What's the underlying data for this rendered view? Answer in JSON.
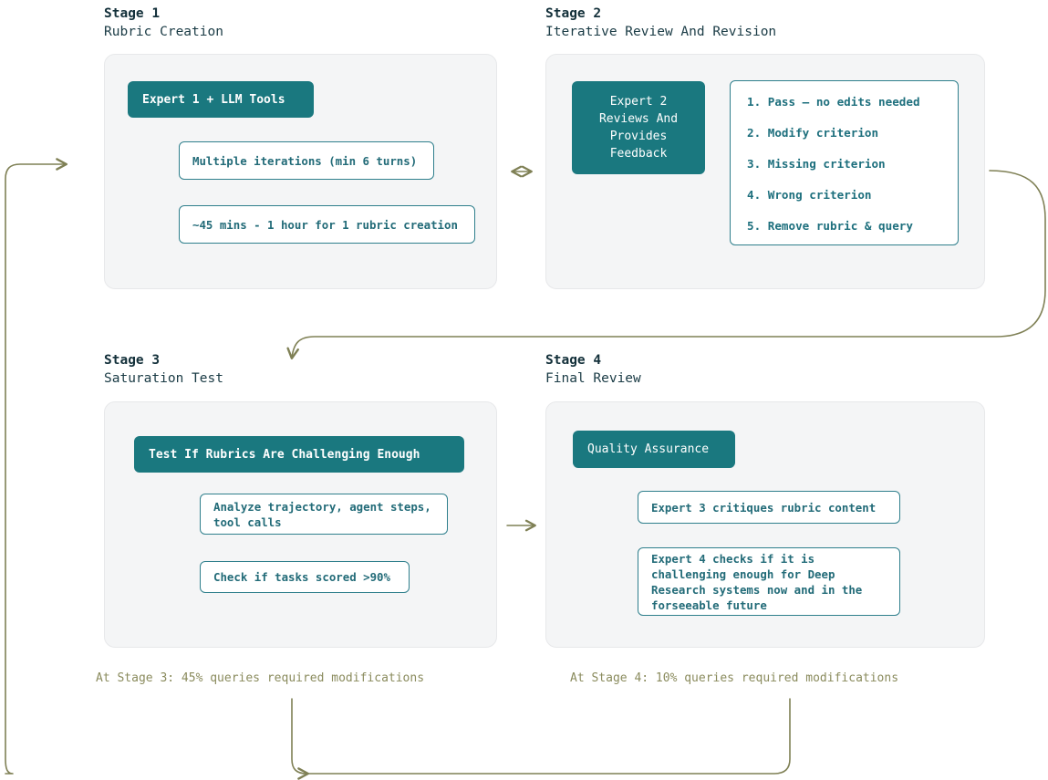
{
  "theme": {
    "teal": "#1a787f",
    "leaf_border": "#2f7f8c",
    "leaf_text": "#226b78",
    "panel_bg": "#f4f5f6",
    "panel_border": "#e7e8ea",
    "connector": "#7f8055",
    "heading": "#13303a",
    "caption": "#8a8b5d",
    "page_bg": "#ffffff"
  },
  "stages": [
    {
      "id": "stage-1",
      "number": "Stage 1",
      "name": "Rubric Creation",
      "primary": "Expert 1 + LLM Tools",
      "leaves": [
        "Multiple iterations (min 6 turns)",
        "~45 mins - 1 hour for 1 rubric creation"
      ]
    },
    {
      "id": "stage-2",
      "number": "Stage 2",
      "name": "Iterative Review And Revision",
      "primary": "Expert 2\nReviews And\nProvides\nFeedback",
      "list": [
        "1. Pass — no edits needed",
        "2. Modify criterion",
        "3. Missing criterion",
        "4. Wrong criterion",
        "5. Remove rubric & query"
      ]
    },
    {
      "id": "stage-3",
      "number": "Stage 3",
      "name": "Saturation Test",
      "primary": "Test If Rubrics Are Challenging Enough",
      "leaves": [
        "Analyze trajectory, agent steps,\ntool calls",
        "Check if tasks scored >90%"
      ],
      "caption": "At Stage 3: 45% queries required modifications"
    },
    {
      "id": "stage-4",
      "number": "Stage 4",
      "name": "Final Review",
      "primary": "Quality Assurance",
      "leaves": [
        "Expert 3 critiques rubric content",
        "Expert 4 checks if it is\nchallenging enough for Deep\nResearch systems now and in the\nforseeable future"
      ],
      "caption": "At Stage 4: 10% queries required modifications"
    }
  ],
  "connectors": [
    {
      "name": "stage1-to-stage2-bidirectional",
      "glyph": "double-arrow-horizontal"
    },
    {
      "name": "stage2-to-stage3-wrap-right",
      "glyph": "curved-arrow-down-left"
    },
    {
      "name": "stage3-to-stage4",
      "glyph": "arrow-right"
    },
    {
      "name": "stage4-to-stage1-loop-bottom",
      "glyph": "loop-arrow-left"
    }
  ]
}
